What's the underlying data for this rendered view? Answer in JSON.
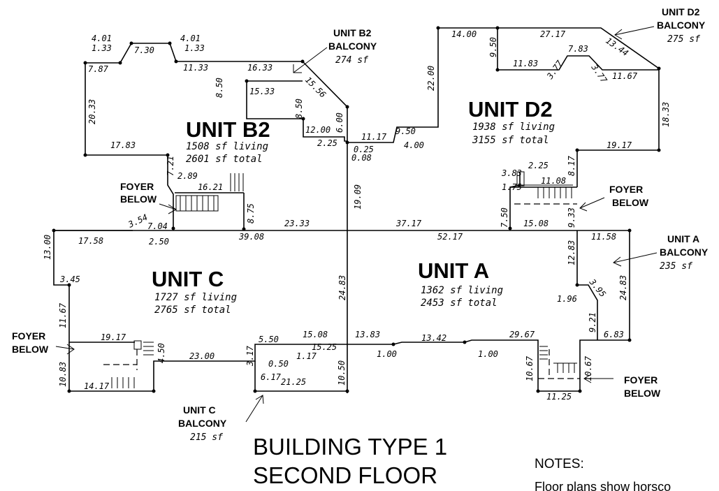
{
  "title": {
    "line1": "BUILDING TYPE 1",
    "line2": "SECOND FLOOR"
  },
  "notes": {
    "heading": "NOTES:",
    "text": "Floor plans show horsco"
  },
  "units": {
    "b2": {
      "name": "UNIT B2",
      "living": "1508 sf living",
      "total": "2601 sf total"
    },
    "d2": {
      "name": "UNIT D2",
      "living": "1938 sf living",
      "total": "3155 sf total"
    },
    "c": {
      "name": "UNIT C",
      "living": "1727 sf living",
      "total": "2765 sf total"
    },
    "a": {
      "name": "UNIT A",
      "living": "1362 sf living",
      "total": "2453 sf total"
    }
  },
  "balconies": {
    "b2": {
      "line1": "UNIT B2",
      "line2": "BALCONY",
      "area": "274 sf"
    },
    "d2": {
      "line1": "UNIT D2",
      "line2": "BALCONY",
      "area": "275 sf"
    },
    "a": {
      "line1": "UNIT A",
      "line2": "BALCONY",
      "area": "235 sf"
    },
    "c": {
      "line1": "UNIT C",
      "line2": "BALCONY",
      "area": "215 sf"
    }
  },
  "foyers": {
    "b2": {
      "line1": "FOYER",
      "line2": "BELOW"
    },
    "d2": {
      "line1": "FOYER",
      "line2": "BELOW"
    },
    "c": {
      "line1": "FOYER",
      "line2": "BELOW"
    },
    "a": {
      "line1": "FOYER",
      "line2": "BELOW"
    }
  },
  "dimensions": {
    "d401a": "4.01",
    "d133a": "1.33",
    "d730": "7.30",
    "d401b": "4.01",
    "d133b": "1.33",
    "d787": "7.87",
    "d1133": "11.33",
    "d1633": "16.33",
    "d850a": "8.50",
    "d1533": "15.33",
    "d850b": "8.50",
    "d1556": "15.56",
    "d600": "6.00",
    "d1200": "12.00",
    "d2033": "20.33",
    "d1783": "17.83",
    "d721": "7.21",
    "d289": "2.89",
    "d1621": "16.21",
    "d875": "8.75",
    "d354": "3.54",
    "d704": "7.04",
    "d250": "2.50",
    "d3908": "39.08",
    "d2333": "23.33",
    "d225a": "2.25",
    "d025": "0.25",
    "d008": "0.08",
    "d1117": "11.17",
    "d950a": "9.50",
    "d400": "4.00",
    "d1909": "19.09",
    "d2200": "22.00",
    "d1400": "14.00",
    "d950b": "9.50",
    "d2717": "27.17",
    "d1183": "11.83",
    "d783": "7.83",
    "d377a": "3.77",
    "d377b": "3.77",
    "d1344": "13.44",
    "d1167a": "11.67",
    "d1833": "18.33",
    "d1917a": "19.17",
    "d817": "8.17",
    "d225b": "2.25",
    "d383": "3.83",
    "d175": "1.75",
    "d1108": "11.08",
    "d750": "7.50",
    "d933": "9.33",
    "d1508a": "15.08",
    "d3717": "37.17",
    "d5217": "52.17",
    "d1158": "11.58",
    "d1283": "12.83",
    "d1758": "17.58",
    "d1300": "13.00",
    "d345": "3.45",
    "d1167b": "11.67",
    "d1917b": "19.17",
    "d1083": "10.83",
    "d1417": "14.17",
    "d450": "4.50",
    "d2300": "23.00",
    "d317": "3.17",
    "d050": "0.50",
    "d617": "6.17",
    "d2125": "21.25",
    "d550": "5.50",
    "d117": "1.17",
    "d1508b": "15.08",
    "d1525": "15.25",
    "d1383": "13.83",
    "d1050": "10.50",
    "d2483a": "24.83",
    "d100a": "1.00",
    "d1342": "13.42",
    "d100b": "1.00",
    "d2967": "29.67",
    "d683": "6.83",
    "d921": "9.21",
    "d2483b": "24.83",
    "d196": "1.96",
    "d395": "3.95",
    "d1067a": "10.67",
    "d1067b": "10.67",
    "d1125": "11.25"
  }
}
